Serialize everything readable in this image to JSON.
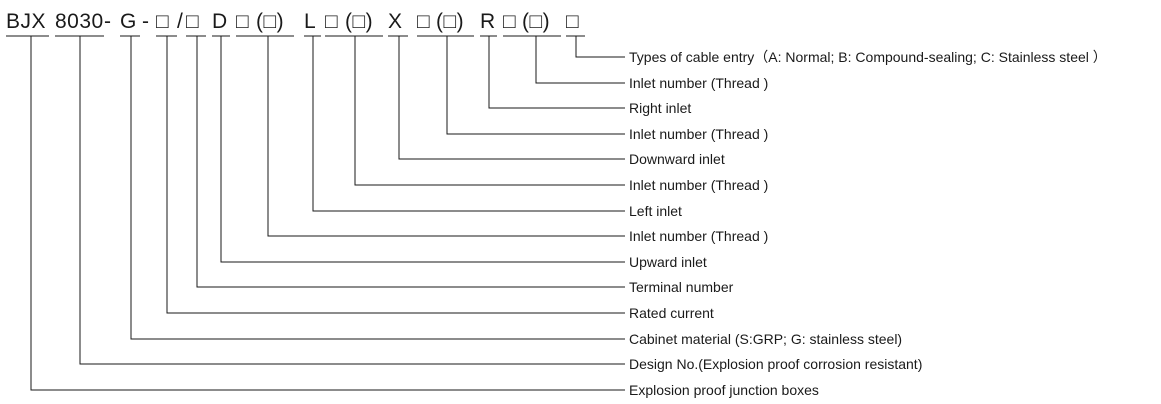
{
  "code": {
    "segments": [
      "BJX",
      "8030",
      "-",
      "G",
      "-",
      "□",
      "/",
      "□",
      "D",
      "□",
      "(□)",
      "L",
      "□",
      "(□)",
      "X",
      "□",
      "(□)",
      "R",
      "□",
      "(□)",
      "□"
    ]
  },
  "legend": [
    "Types of cable entry（A: Normal;  B: Compound-sealing; C: Stainless steel ）",
    "Inlet number (Thread )",
    "Right inlet",
    "Inlet number (Thread )",
    "Downward inlet",
    "Inlet number (Thread )",
    "Left inlet",
    "Inlet number (Thread )",
    "Upward inlet",
    "Terminal number",
    "Rated current",
    "Cabinet  material (S:GRP; G: stainless  steel)",
    "Design No.(Explosion proof corrosion resistant)",
    "Explosion proof junction boxes"
  ],
  "colors": {
    "ink": "#1a1a1a",
    "background": "#ffffff"
  }
}
